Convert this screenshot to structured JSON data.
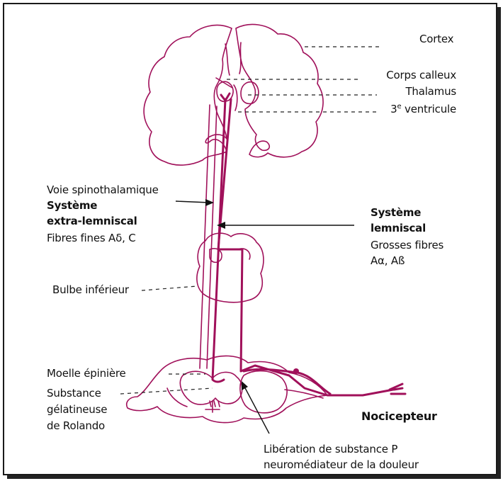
{
  "colors": {
    "anatomy": "#a0105a",
    "pathway": "#a0105a",
    "leader": "#222222",
    "frame": "#1a1a1a"
  },
  "labels": {
    "cortex": "Cortex",
    "corps_calleux": "Corps calleux",
    "thalamus": "Thalamus",
    "ventricule_num": "3",
    "ventricule_sup": "e",
    "ventricule_text": " ventricule",
    "voie_spinothalamique": "Voie spinothalamique",
    "systeme1": "Système",
    "extra_lemniscal": "extra-lemniscal",
    "fibres_fines": "Fibres fines Aδ, C",
    "systeme2": "Système",
    "lemniscal": "lemniscal",
    "grosses_fibres": "Grosses fibres",
    "a_alpha": "Aα, Aß",
    "bulbe": "Bulbe inférieur",
    "moelle": "Moelle épinière",
    "substance": "Substance",
    "gelatineuse": "gélatineuse",
    "de_rolando": "de Rolando",
    "nocicepteur": "Nocicepteur",
    "liberation": "Libération de substance P",
    "neuromediateur": "neuromédiateur de la douleur"
  }
}
